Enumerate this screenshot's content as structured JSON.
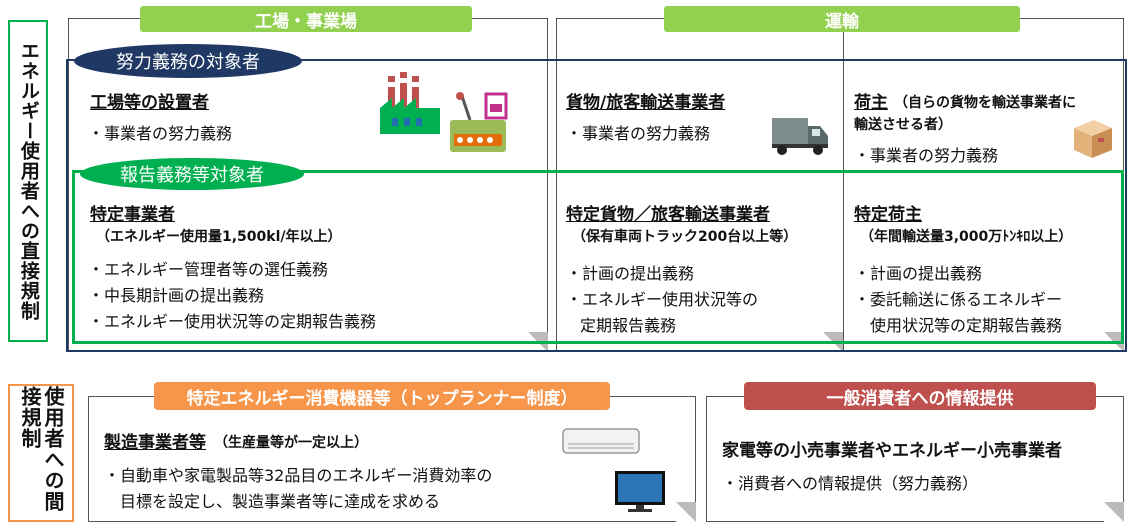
{
  "side_direct": "エネルギー使用者への直接規制",
  "side_indirect": "使用者への間接規制",
  "col_headers": {
    "factory": "工場・事業場",
    "transport": "運輸"
  },
  "pills": {
    "effort": "努力義務の対象者",
    "report": "報告義務等対象者"
  },
  "factory": {
    "effort_title": "工場等の設置者",
    "effort_item": "・事業者の努力義務",
    "report_title": "特定事業者",
    "report_sub": "（エネルギー使用量1,500kl/年以上）",
    "report_items": [
      "・エネルギー管理者等の選任義務",
      "・中長期計画の提出義務",
      "・エネルギー使用状況等の定期報告義務"
    ]
  },
  "carrier": {
    "effort_title": "貨物/旅客輸送事業者",
    "effort_item": "・事業者の努力義務",
    "report_title": "特定貨物／旅客輸送事業者",
    "report_sub": "（保有車両トラック200台以上等）",
    "report_items": [
      "・計画の提出義務",
      "・エネルギー使用状況等の",
      "定期報告義務"
    ]
  },
  "shipper": {
    "effort_title": "荷主",
    "effort_title_note1": "（自らの貨物を輸送事業者に",
    "effort_title_note2": "輸送させる者）",
    "effort_item": "・事業者の努力義務",
    "report_title": "特定荷主",
    "report_sub": "（年間輸送量3,000万ﾄﾝｷﾛ以上）",
    "report_items": [
      "・計画の提出義務",
      "・委託輸送に係るエネルギー",
      "使用状況等の定期報告義務"
    ]
  },
  "top_runner": {
    "header": "特定エネルギー消費機器等（トップランナー制度）",
    "title": "製造事業者等",
    "title_note": "（生産量等が一定以上）",
    "items": [
      "・自動車や家電製品等32品目のエネルギー消費効率の",
      "目標を設定し、製造事業者等に達成を求める"
    ]
  },
  "consumer_info": {
    "header": "一般消費者への情報提供",
    "title": "家電等の小売事業者やエネルギー小売事業者",
    "item": "・消費者への情報提供（努力義務）"
  },
  "icons": [
    "factory-icon",
    "machine-icon",
    "truck-icon",
    "package-icon",
    "air-conditioner-icon",
    "television-icon"
  ],
  "colors": {
    "green": "#92d050",
    "navy": "#1f3864",
    "report_green": "#00b050",
    "orange": "#f7964a",
    "red": "#c0504d"
  }
}
